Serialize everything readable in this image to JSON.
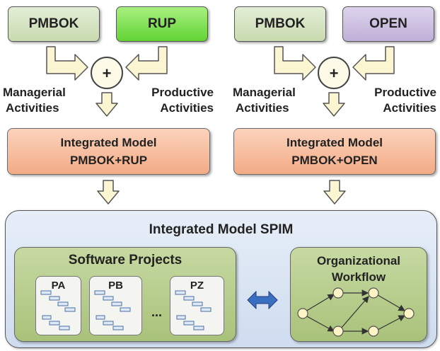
{
  "left": {
    "source_a": "PMBOK",
    "source_b": "RUP",
    "label_a_line1": "Managerial",
    "label_a_line2": "Activities",
    "label_b_line1": "Productive",
    "label_b_line2": "Activities",
    "model_line1": "Integrated Model",
    "model_line2": "PMBOK+RUP"
  },
  "right": {
    "source_a": "PMBOK",
    "source_b": "OPEN",
    "label_a_line1": "Managerial",
    "label_a_line2": "Activities",
    "label_b_line1": "Productive",
    "label_b_line2": "Activities",
    "model_line1": "Integrated Model",
    "model_line2": "PMBOK+OPEN"
  },
  "combine_symbol": "+",
  "spim": {
    "title": "Integrated Model SPIM",
    "projects_title": "Software Projects",
    "projects": [
      "PA",
      "PB",
      "PZ"
    ],
    "ellipsis": "...",
    "workflow_line1": "Organizational",
    "workflow_line2": "Workflow"
  },
  "colors": {
    "pmbok": "#d6e4c4",
    "rup": "#7ee34e",
    "open": "#cdbfe0",
    "model": "#f7bea0",
    "spim_bg": "#d9e5f3",
    "inner_green": "#b2ca83",
    "bidirectional_arrow": "#3b6fc2"
  }
}
